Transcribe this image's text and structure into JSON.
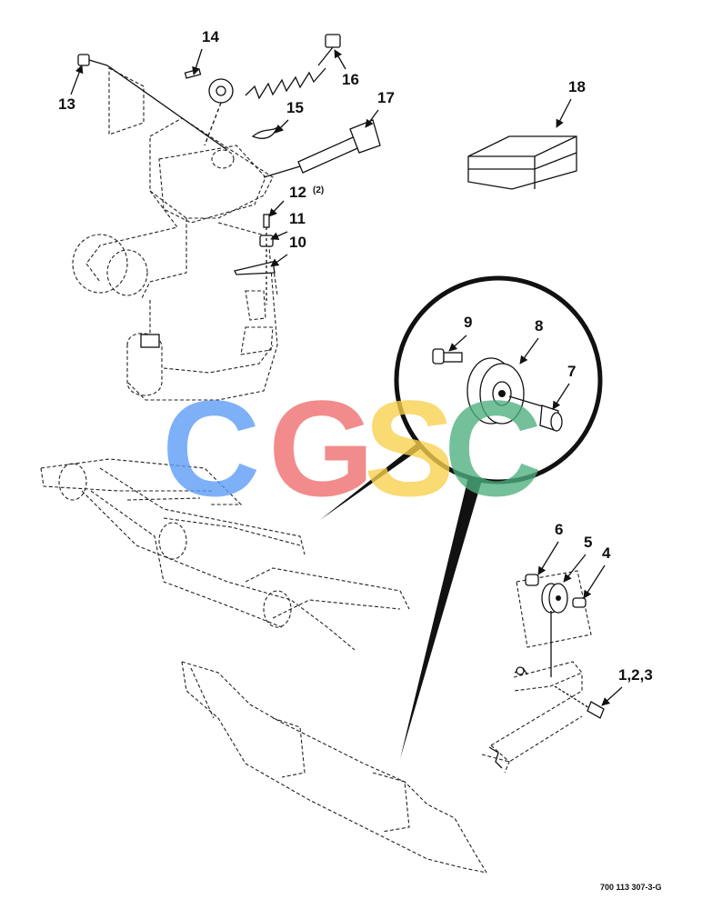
{
  "callouts": {
    "c1_2_3": "1,2,3",
    "c4": "4",
    "c5": "5",
    "c6": "6",
    "c7": "7",
    "c8": "8",
    "c9": "9",
    "c10": "10",
    "c11": "11",
    "c12": "12",
    "c12_qty": "(2)",
    "c13": "13",
    "c14": "14",
    "c15": "15",
    "c16": "16",
    "c17": "17",
    "c18": "18"
  },
  "drawing_number": "700 113 307-3-G",
  "watermark": {
    "letters": [
      "C",
      "G",
      "S",
      "C"
    ],
    "colors": [
      "#5b9bf5",
      "#ef6b6b",
      "#f8d04c",
      "#4caf7e"
    ]
  }
}
